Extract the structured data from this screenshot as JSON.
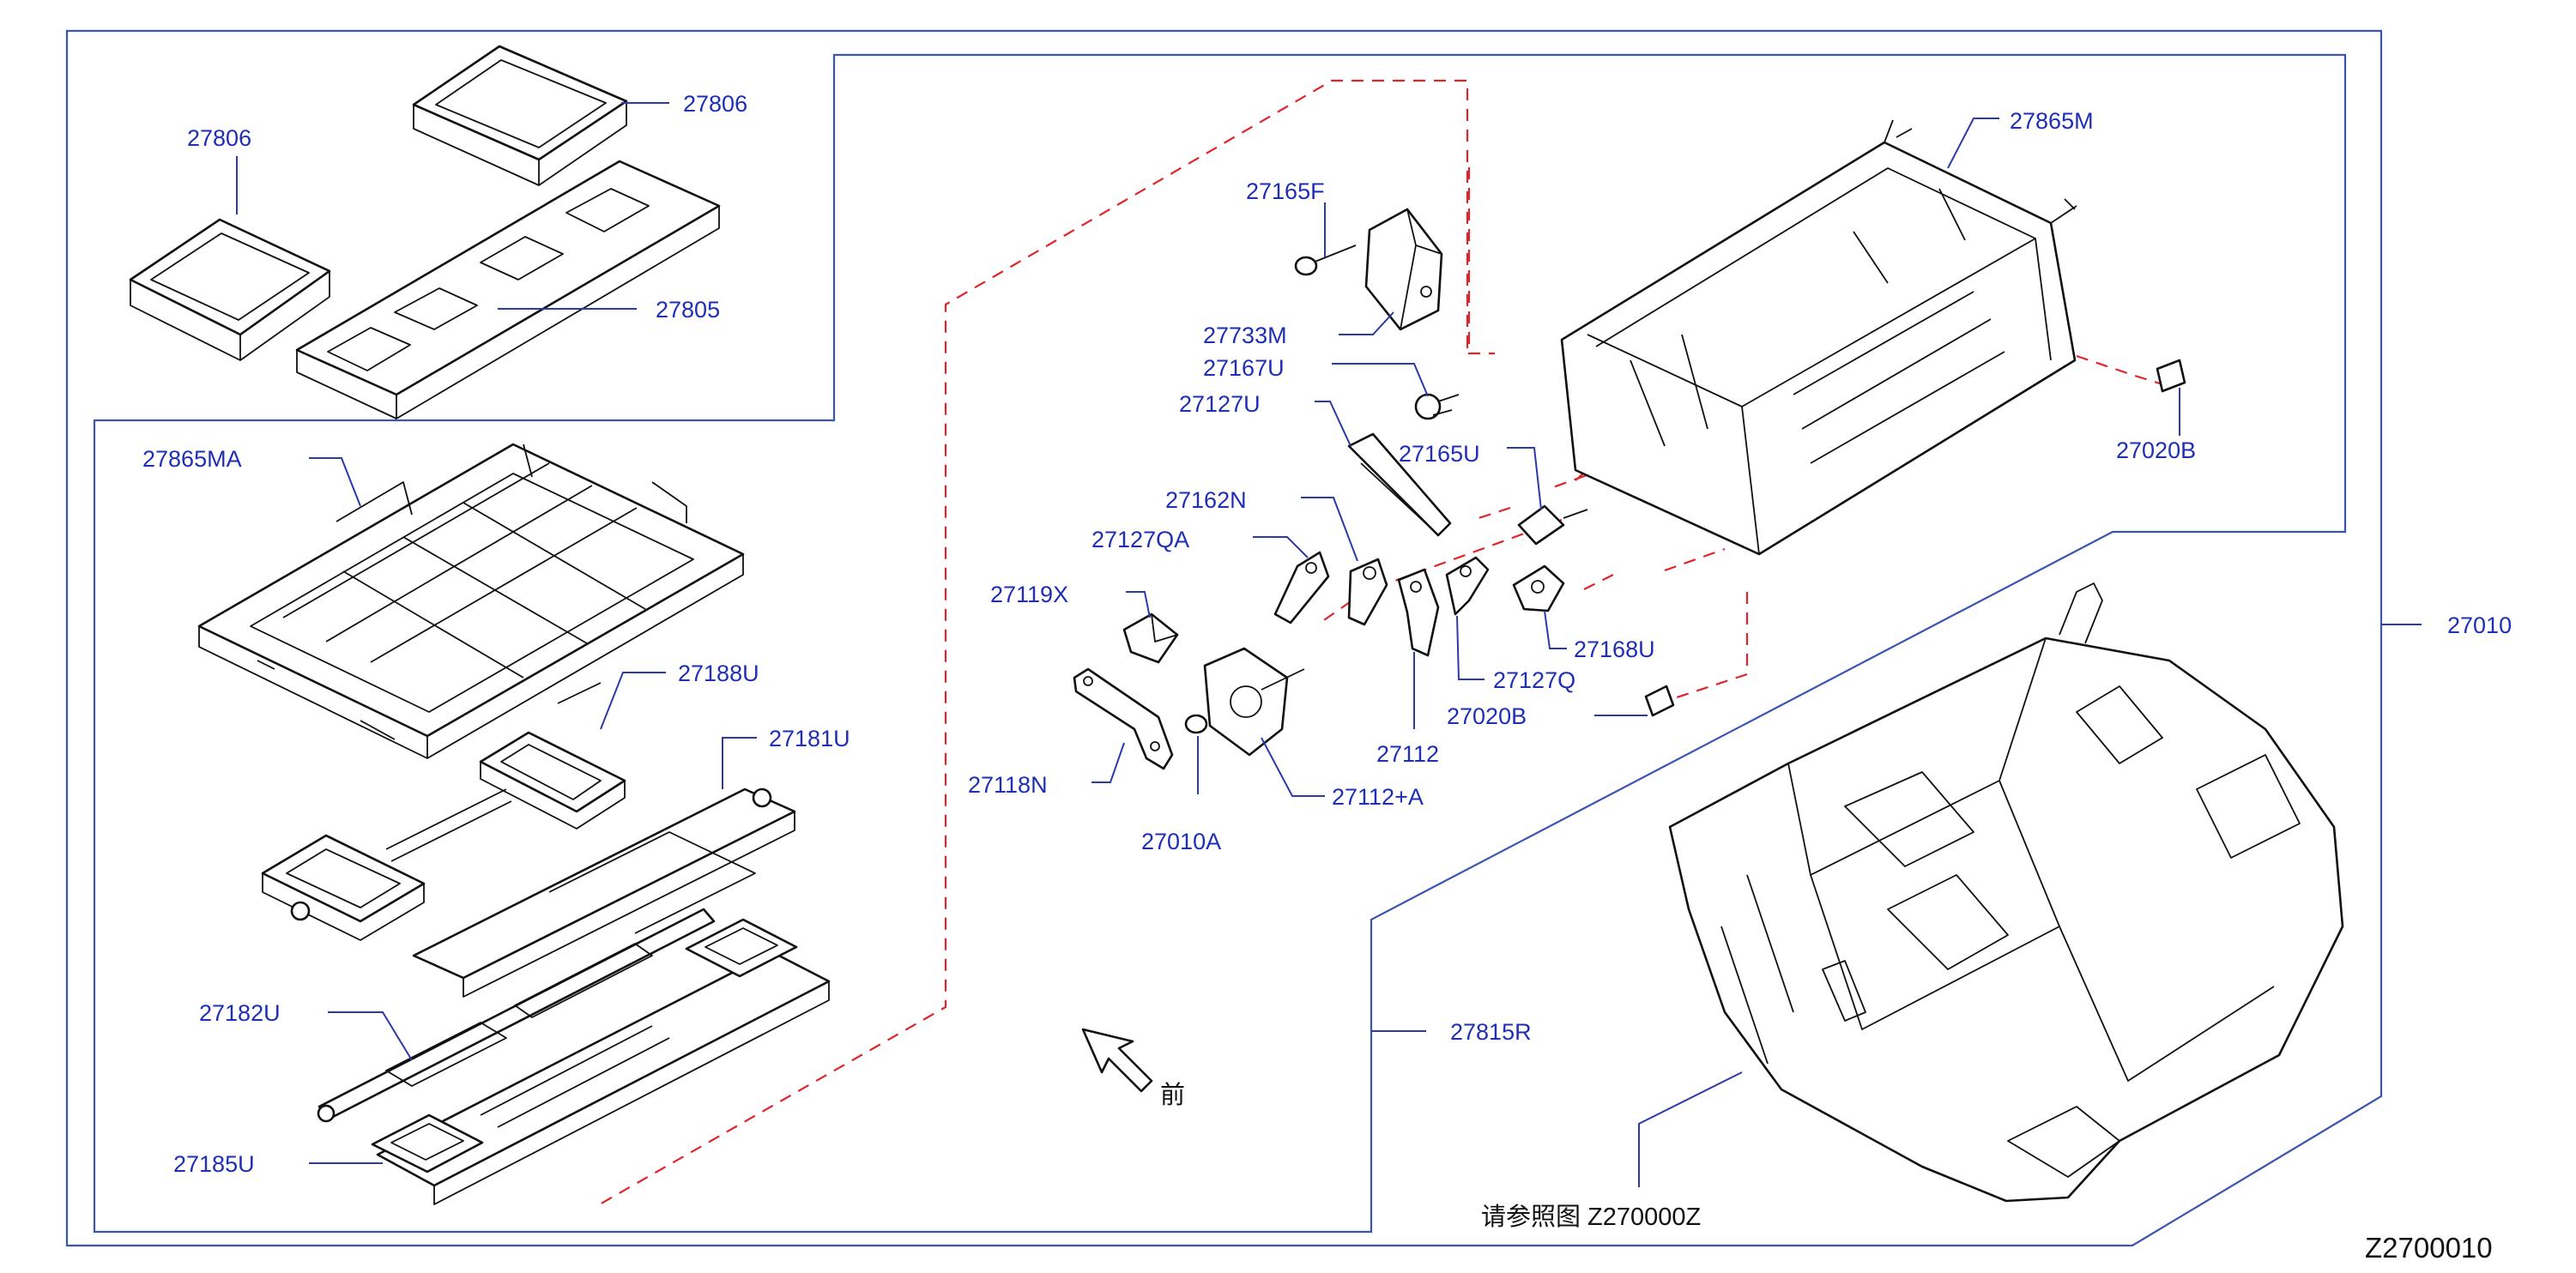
{
  "callouts": {
    "c27806a": "27806",
    "c27806b": "27806",
    "c27805": "27805",
    "c27865ma": "27865MA",
    "c27188u": "27188U",
    "c27181u": "27181U",
    "c27182u": "27182U",
    "c27185u": "27185U",
    "c27165f": "27165F",
    "c27733m": "27733M",
    "c27167u": "27167U",
    "c27127u": "27127U",
    "c27165u": "27165U",
    "c27162n": "27162N",
    "c27127qa": "27127QA",
    "c27119x": "27119X",
    "c27118n": "27118N",
    "c27010a": "27010A",
    "c27112a": "27112+A",
    "c27112": "27112",
    "c27127q": "27127Q",
    "c27020b_lower": "27020B",
    "c27168u": "27168U",
    "c27865m": "27865M",
    "c27020b_upper": "27020B",
    "c27010": "27010",
    "c27815r": "27815R"
  },
  "front_label": "前",
  "reference_note": "请参照图 Z270000Z",
  "figure_id": "Z2700010",
  "colors": {
    "callout_text": "#1e2fb5",
    "leader_line": "#2a3aa8",
    "frame_line": "#3a55b0",
    "dashed_group_line": "#e0242c",
    "part_outline": "#111111"
  }
}
